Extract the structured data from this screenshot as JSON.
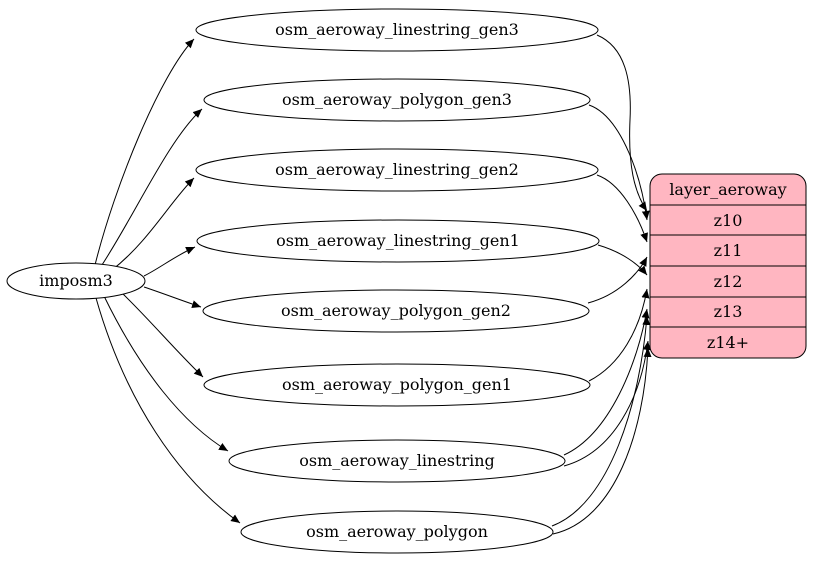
{
  "diagram": {
    "type": "etl-flow-graph",
    "source": {
      "label": "imposm3"
    },
    "tables": [
      {
        "label": "osm_aeroway_linestring_gen3"
      },
      {
        "label": "osm_aeroway_polygon_gen3"
      },
      {
        "label": "osm_aeroway_linestring_gen2"
      },
      {
        "label": "osm_aeroway_linestring_gen1"
      },
      {
        "label": "osm_aeroway_polygon_gen2"
      },
      {
        "label": "osm_aeroway_polygon_gen1"
      },
      {
        "label": "osm_aeroway_linestring"
      },
      {
        "label": "osm_aeroway_polygon"
      }
    ],
    "layer": {
      "title": "layer_aeroway",
      "rows": [
        "z10",
        "z11",
        "z12",
        "z13",
        "z14+"
      ],
      "fill_color": "#ffb6c1"
    },
    "edges": {
      "from_source_to": [
        "osm_aeroway_linestring_gen3",
        "osm_aeroway_polygon_gen3",
        "osm_aeroway_linestring_gen2",
        "osm_aeroway_linestring_gen1",
        "osm_aeroway_polygon_gen2",
        "osm_aeroway_polygon_gen1",
        "osm_aeroway_linestring",
        "osm_aeroway_polygon"
      ],
      "to_layer": [
        {
          "from": "osm_aeroway_linestring_gen3",
          "to": "z10"
        },
        {
          "from": "osm_aeroway_polygon_gen3",
          "to": "z10"
        },
        {
          "from": "osm_aeroway_linestring_gen2",
          "to": "z11"
        },
        {
          "from": "osm_aeroway_polygon_gen2",
          "to": "z11"
        },
        {
          "from": "osm_aeroway_linestring_gen1",
          "to": "z12"
        },
        {
          "from": "osm_aeroway_polygon_gen1",
          "to": "z12"
        },
        {
          "from": "osm_aeroway_linestring",
          "to": "z13"
        },
        {
          "from": "osm_aeroway_linestring",
          "to": "z14+"
        },
        {
          "from": "osm_aeroway_polygon",
          "to": "z13"
        },
        {
          "from": "osm_aeroway_polygon",
          "to": "z14+"
        }
      ]
    }
  }
}
